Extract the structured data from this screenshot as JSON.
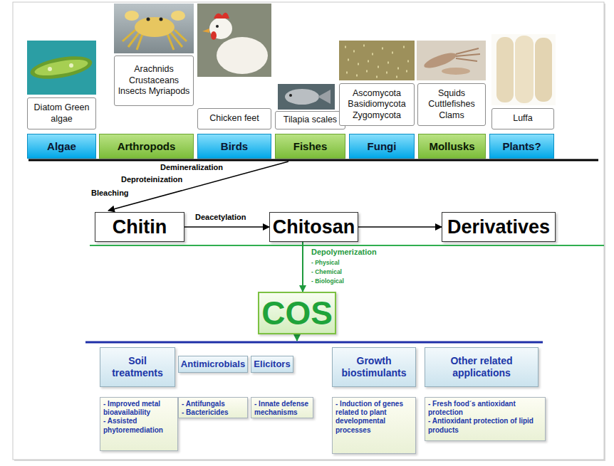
{
  "diagram": {
    "nodes": [
      {
        "text": [
          "Diatom Green algae"
        ]
      },
      {
        "text": [
          "Algae"
        ]
      },
      {
        "text": [
          "Arachnids Crustaceans Insects Myriapods"
        ]
      },
      {
        "text": [
          "Arthropods"
        ]
      },
      {
        "text": [
          "Chicken feet"
        ]
      },
      {
        "text": [
          "Birds"
        ]
      },
      {
        "text": [
          "Tilapia scales"
        ]
      },
      {
        "text": [
          "Fishes"
        ]
      },
      {
        "text": [
          "Ascomycota Basidiomycota Zygomycota"
        ]
      },
      {
        "text": [
          "Fungi"
        ]
      },
      {
        "text": [
          "Squids Cuttlefishes Clams"
        ]
      },
      {
        "text": [
          "Mollusks"
        ]
      },
      {
        "text": [
          "Luffa"
        ]
      },
      {
        "text": [
          "Plants?"
        ]
      },
      {
        "text": [
          "Chitin"
        ]
      },
      {
        "text": [
          "Chitosan"
        ]
      },
      {
        "text": [
          "Derivatives"
        ]
      },
      {
        "text": [
          "COS"
        ]
      },
      {
        "text": [
          "Soil treatments"
        ]
      },
      {
        "text": [
          "- Improved metal bioavailability",
          "- Assisted phytoremediation"
        ]
      },
      {
        "text": [
          "Antimicrobials"
        ]
      },
      {
        "text": [
          "- Antifungals",
          "- Bactericides"
        ]
      },
      {
        "text": [
          "Elicitors"
        ]
      },
      {
        "text": [
          "- Innate defense mechanisms"
        ]
      },
      {
        "text": [
          "Growth biostimulants"
        ]
      },
      {
        "text": [
          "- Induction of genes related to plant developmental processes"
        ]
      },
      {
        "text": [
          "Other related applications"
        ]
      },
      {
        "text": [
          "- Fresh food´s antioxidant protection",
          "- Antioxidant protection of lipid products"
        ]
      }
    ],
    "edges": [
      {
        "from": 14,
        "to": 15,
        "arrow": "to",
        "label": "Deacetylation"
      },
      {
        "from": 15,
        "to": 16,
        "arrow": "to"
      },
      {
        "from": 15,
        "to": 17,
        "arrow": "to"
      }
    ],
    "labels": [
      "Demineralization",
      "Deproteinization",
      "Bleaching",
      "Depolymerization",
      "- Physical",
      "- Chemical",
      "- Biological"
    ]
  }
}
